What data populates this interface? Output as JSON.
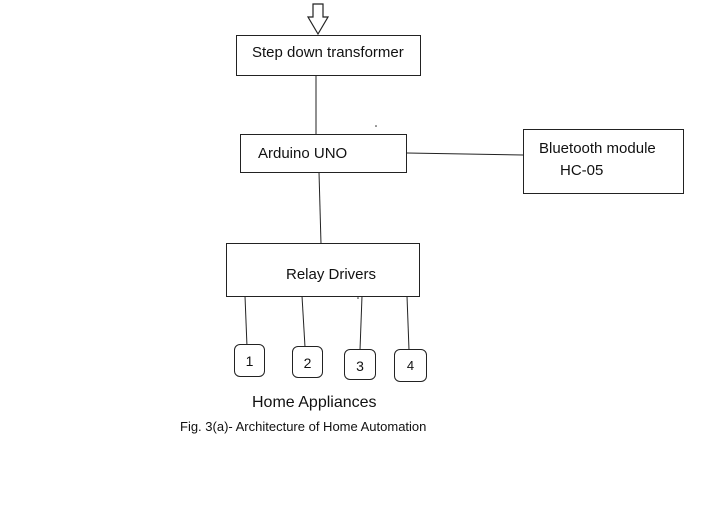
{
  "diagram": {
    "transformer": {
      "label": "Step down transformer"
    },
    "arduino": {
      "label": "Arduino UNO"
    },
    "bluetooth": {
      "line1": "Bluetooth module",
      "line2": "HC-05"
    },
    "relay": {
      "label": "Relay Drivers"
    },
    "appliances": [
      {
        "label": "1"
      },
      {
        "label": "2"
      },
      {
        "label": "3"
      },
      {
        "label": "4"
      }
    ],
    "appliances_label": "Home Appliances",
    "caption": "Fig. 3(a)- Architecture of Home Automation"
  },
  "colors": {
    "stroke": "#222222",
    "background": "#ffffff",
    "text": "#111111"
  }
}
